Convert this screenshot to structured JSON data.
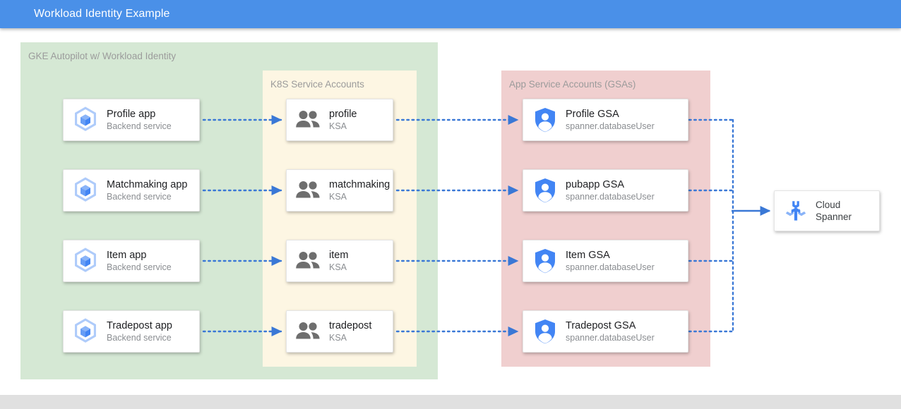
{
  "window": {
    "title": "Workload Identity Example",
    "title_bar_color": "#4a90e8",
    "title_text_color": "#ffffff"
  },
  "diagram": {
    "groups": [
      {
        "id": "gke",
        "label": "GKE Autopilot w/ Workload Identity",
        "color": "#d5e8d4"
      },
      {
        "id": "ksa",
        "label": "K8S Service Accounts",
        "color": "#fdf6e3"
      },
      {
        "id": "gsa",
        "label": "App Service Accounts (GSAs)",
        "color": "#f0cfcf"
      }
    ],
    "apps": [
      {
        "title": "Profile app",
        "subtitle": "Backend service",
        "icon": "gke-cluster-icon"
      },
      {
        "title": "Matchmaking app",
        "subtitle": "Backend service",
        "icon": "gke-cluster-icon"
      },
      {
        "title": "Item app",
        "subtitle": "Backend service",
        "icon": "gke-cluster-icon"
      },
      {
        "title": "Tradepost app",
        "subtitle": "Backend service",
        "icon": "gke-cluster-icon"
      }
    ],
    "ksas": [
      {
        "title": "profile",
        "subtitle": "KSA",
        "icon": "people-icon"
      },
      {
        "title": "matchmaking",
        "subtitle": "KSA",
        "icon": "people-icon"
      },
      {
        "title": "item",
        "subtitle": "KSA",
        "icon": "people-icon"
      },
      {
        "title": "tradepost",
        "subtitle": "KSA",
        "icon": "people-icon"
      }
    ],
    "gsas": [
      {
        "title": "Profile GSA",
        "subtitle": "spanner.databaseUser",
        "icon": "shield-person-icon"
      },
      {
        "title": "pubapp GSA",
        "subtitle": "spanner.databaseUser",
        "icon": "shield-person-icon"
      },
      {
        "title": "Item GSA",
        "subtitle": "spanner.databaseUser",
        "icon": "shield-person-icon"
      },
      {
        "title": "Tradepost GSA",
        "subtitle": "spanner.databaseUser",
        "icon": "shield-person-icon"
      }
    ],
    "datastore": {
      "title": "Cloud\nSpanner",
      "icon": "cloud-spanner-icon"
    },
    "connector_color": "#3a78d6",
    "arrow_style_app_to_ksa": "dotted",
    "arrow_style_ksa_to_gsa": "dotted",
    "arrow_style_gsa_to_bus": "dotted",
    "arrow_style_bus_to_spanner": "solid"
  }
}
